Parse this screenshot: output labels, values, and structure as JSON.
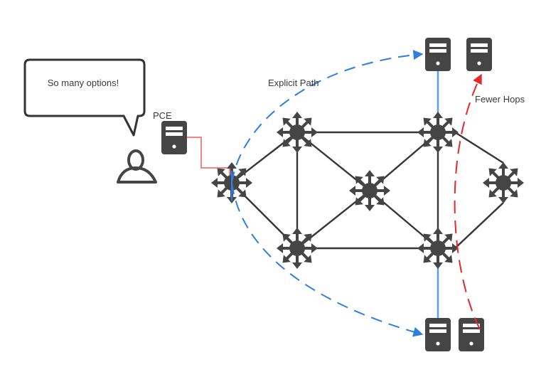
{
  "diagram": {
    "type": "network-topology",
    "speech_bubble": {
      "text": "So many options!"
    },
    "labels": {
      "pce": "PCE",
      "explicit_path": "Explicit Path",
      "fewer_hops": "Fewer Hops"
    },
    "colors": {
      "node": "#454545",
      "link": "#33363a",
      "explicit_path": "#2f7de1",
      "access_link": "#5aa0ef",
      "fewer_hops_path": "#e8262b",
      "pce_link": "#f28585"
    },
    "icons": {
      "user": "user-icon",
      "router": "router-icon",
      "server": "server-icon"
    },
    "routers": [
      {
        "id": "R1",
        "name": "ingress-router"
      },
      {
        "id": "R2",
        "name": "router-top-left"
      },
      {
        "id": "R3",
        "name": "router-bottom-left"
      },
      {
        "id": "R4",
        "name": "router-center"
      },
      {
        "id": "R5",
        "name": "router-top-right"
      },
      {
        "id": "R6",
        "name": "router-bottom-right"
      },
      {
        "id": "R7",
        "name": "router-far-right"
      }
    ],
    "links": [
      [
        "R1",
        "R2"
      ],
      [
        "R1",
        "R3"
      ],
      [
        "R2",
        "R5"
      ],
      [
        "R3",
        "R6"
      ],
      [
        "R2",
        "R3"
      ],
      [
        "R5",
        "R6"
      ],
      [
        "R2",
        "R4"
      ],
      [
        "R3",
        "R4"
      ],
      [
        "R4",
        "R5"
      ],
      [
        "R4",
        "R6"
      ],
      [
        "R5",
        "R7"
      ],
      [
        "R6",
        "R7"
      ]
    ],
    "servers": [
      {
        "id": "PCE",
        "name": "pce-server"
      },
      {
        "id": "S1",
        "name": "server-top-1"
      },
      {
        "id": "S2",
        "name": "server-top-2"
      },
      {
        "id": "S3",
        "name": "server-bottom-1"
      },
      {
        "id": "S4",
        "name": "server-bottom-2"
      }
    ]
  }
}
